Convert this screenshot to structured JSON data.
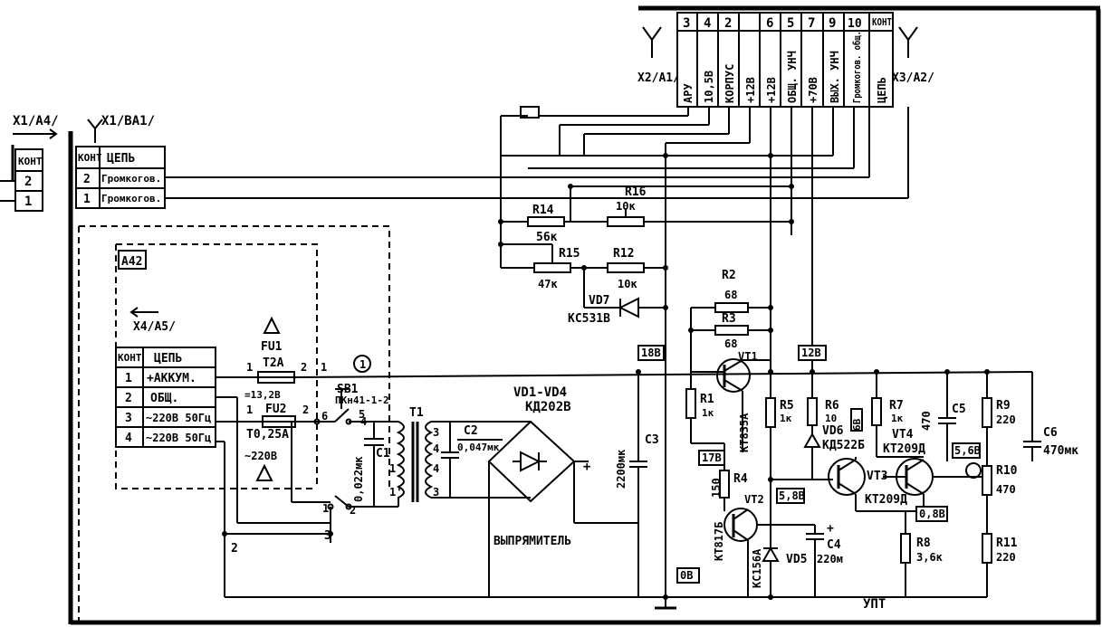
{
  "connectors": {
    "x1a4": "X1/A4/",
    "x1ba1": "X1/BA1/",
    "x2a1": "X2/A1/",
    "x3a2": "X3/A2/",
    "x4a5": "X4/A5/",
    "a42": "A42"
  },
  "table_ba1": {
    "head": [
      "КОНТ",
      "ЦЕПЬ"
    ],
    "rows": [
      [
        "2",
        "Громкогов."
      ],
      [
        "1",
        "Громкогов."
      ]
    ]
  },
  "table_a4": {
    "head": "КОНТ",
    "rows": [
      "2",
      "1"
    ]
  },
  "table_a5": {
    "head": [
      "КОНТ",
      "ЦЕПЬ"
    ],
    "rows": [
      [
        "1",
        "+АККУМ."
      ],
      [
        "2",
        "ОБЩ."
      ],
      [
        "3",
        "~220В 50Гц"
      ],
      [
        "4",
        "~220В 50Гц"
      ]
    ]
  },
  "table_x2": {
    "nums": [
      "3",
      "4",
      "2",
      "6",
      "5",
      "7",
      "9",
      "10",
      "КОНТ"
    ],
    "signals": [
      "АРУ",
      "10,5В",
      "КОРПУС",
      "+12В",
      "+12В",
      "ОБЩ. УНЧ",
      "+70В",
      "ВЫХ. УНЧ",
      "Громкогов. общ.",
      "ЦЕПЬ"
    ]
  },
  "components": {
    "fu1": "FU1",
    "fu1_val": "T2A",
    "fu2": "FU2",
    "fu2_val": "T0,25A",
    "v13": "=13,2В",
    "v220": "~220В",
    "sb1": "SB1",
    "sb1_type": "ПКн41-1-2",
    "t1": "T1",
    "c1": "C1",
    "c1_val": "0,022мк",
    "c2": "C2",
    "c2_val": "0,047мк",
    "vd14": "VD1-VD4",
    "vd14_type": "КД202В",
    "rect_label": "ВЫПРЯМИТЕЛЬ",
    "c3": "C3",
    "c3_val": "2200мк",
    "v18": "18В",
    "v12": "12В",
    "v17": "17В",
    "r14": "R14",
    "r14_val": "56к",
    "r15": "R15",
    "r15_val": "47к",
    "r16": "R16",
    "r16_val": "10к",
    "r12": "R12",
    "r12_val": "10к",
    "vd7": "VD7",
    "vd7_type": "КС531В",
    "r2": "R2",
    "r2_val": "68",
    "r3": "R3",
    "r3_val": "68",
    "vt1": "VT1",
    "vt1_type": "КТ835А",
    "r1": "R1",
    "r1_val": "1к",
    "r4": "R4",
    "r4_val": "150",
    "vt2": "VT2",
    "vt2_type": "КТ817Б",
    "v58a": "5,8В",
    "vd5": "VD5",
    "vd5_type": "КС156А",
    "r5": "R5",
    "r5_val": "1к",
    "r6": "R6",
    "r6_val": "10",
    "vd6": "VD6",
    "vd6_type": "КД522Б",
    "v68": "6В",
    "r7": "R7",
    "r7_val": "1к",
    "c4": "C4",
    "c4_val": "220м",
    "c5": "C5",
    "c5_val": "470",
    "vt3": "VT3",
    "vt3_type": "КТ209Д",
    "vt4": "VT4",
    "vt4_type": "КТ209Д",
    "v58b": "5,6В",
    "v08": "0,8В",
    "v0": "0В",
    "r8": "R8",
    "r8_val": "3,6к",
    "r9": "R9",
    "r9_val": "220",
    "r10": "R10",
    "r10_val": "470",
    "r11": "R11",
    "r11_val": "220",
    "c6": "C6",
    "c6_val": "470мк",
    "upt": "УПТ"
  },
  "node_numbers": {
    "n1": "1",
    "n2": "2",
    "n1b": "1",
    "n2b": "2",
    "n1c": "1",
    "n3": "3",
    "n4": "4",
    "n5": "5",
    "n6": "6",
    "n1d": "1",
    "n2c": "2",
    "n3b": "3",
    "sw1": "1",
    "sw2": "2",
    "t3": "3",
    "t4": "4",
    "t4b": "4",
    "t3b": "3",
    "t1p": "1",
    "t1pp": "1'",
    "gnd2": "2",
    "gnd3": "3"
  }
}
